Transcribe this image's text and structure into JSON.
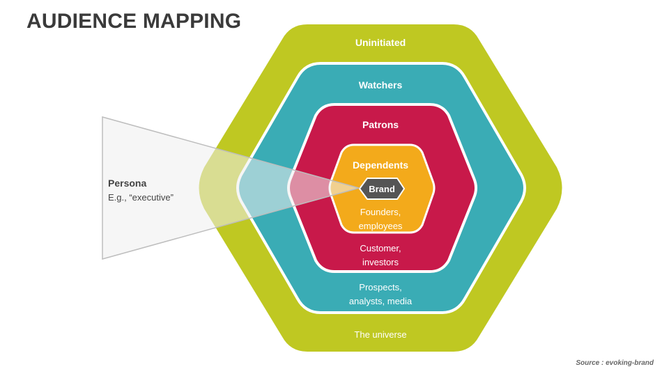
{
  "title": "AUDIENCE MAPPING",
  "source": "Source : evoking-brand",
  "persona": {
    "label": "Persona",
    "example": "E.g., “executive”"
  },
  "rings": {
    "uninitiated": {
      "label": "Uninitiated",
      "members": "The universe",
      "color": "#BFC822"
    },
    "watchers": {
      "label": "Watchers",
      "members_line1": "Prospects,",
      "members_line2": "analysts, media",
      "color": "#3AACB5"
    },
    "patrons": {
      "label": "Patrons",
      "members_line1": "Customer,",
      "members_line2": "investors",
      "color": "#C8194A"
    },
    "dependents": {
      "label": "Dependents",
      "members_line1": "Founders,",
      "members_line2": "employees",
      "color": "#F3AA1B"
    },
    "brand": {
      "label": "Brand",
      "color": "#555555"
    }
  },
  "colors": {
    "title": "#3A3A3A",
    "persona_wedge": "#EFEFEF",
    "persona_wedge_border": "#BDBDBD"
  }
}
